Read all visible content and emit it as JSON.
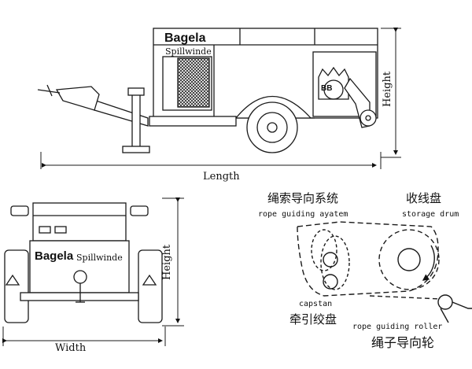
{
  "trailer_side": {
    "brand": "Bagela",
    "model": "Spillwinde",
    "logo_text": "BB",
    "dim_length": "Length",
    "dim_height": "Height"
  },
  "trailer_rear": {
    "brand": "Bagela",
    "model": "Spillwinde",
    "dim_width": "Width",
    "dim_height": "Height"
  },
  "schematic": {
    "rope_guiding_system_cn": "绳索导向系统",
    "rope_guiding_system_en": "rope guiding ayatem",
    "storage_drum_cn": "收线盘",
    "storage_drum_en": "storage drum",
    "capstan_en": "capstan",
    "capstan_cn": "牵引绞盘",
    "rope_guiding_roller_en": "rope guiding roller",
    "rope_guiding_roller_cn": "绳子导向轮"
  },
  "colors": {
    "line": "#1a1a1a",
    "paper": "#ffffff"
  }
}
